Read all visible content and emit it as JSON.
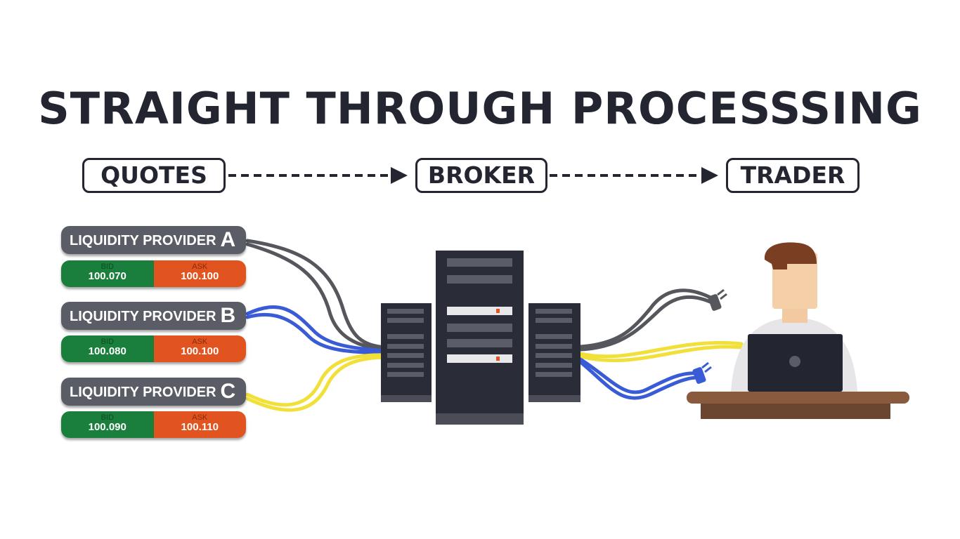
{
  "title": "STRAIGHT THROUGH PROCESSSING",
  "flow": {
    "quotes": "QUOTES",
    "broker": "BROKER",
    "trader": "TRADER"
  },
  "providers": [
    {
      "label": "LIQUIDITY PROVIDER",
      "letter": "A",
      "bid_label": "BID",
      "bid": "100.070",
      "ask_label": "ASK",
      "ask": "100.100"
    },
    {
      "label": "LIQUIDITY PROVIDER",
      "letter": "B",
      "bid_label": "BID",
      "bid": "100.080",
      "ask_label": "ASK",
      "ask": "100.100"
    },
    {
      "label": "LIQUIDITY PROVIDER",
      "letter": "C",
      "bid_label": "BID",
      "bid": "100.090",
      "ask_label": "ASK",
      "ask": "100.110"
    }
  ],
  "colors": {
    "title": "#232531",
    "label_bg": "#5a5c66",
    "bid": "#1a7f3c",
    "ask": "#e2541f",
    "server": "#2a2d38",
    "cable_gray": "#55575d",
    "cable_blue": "#3a5bd6",
    "cable_yellow": "#f2e03a",
    "desk": "#8a5a3c"
  },
  "icons": [
    "server-icon",
    "trader-person-icon",
    "laptop-icon",
    "plug-icon"
  ]
}
